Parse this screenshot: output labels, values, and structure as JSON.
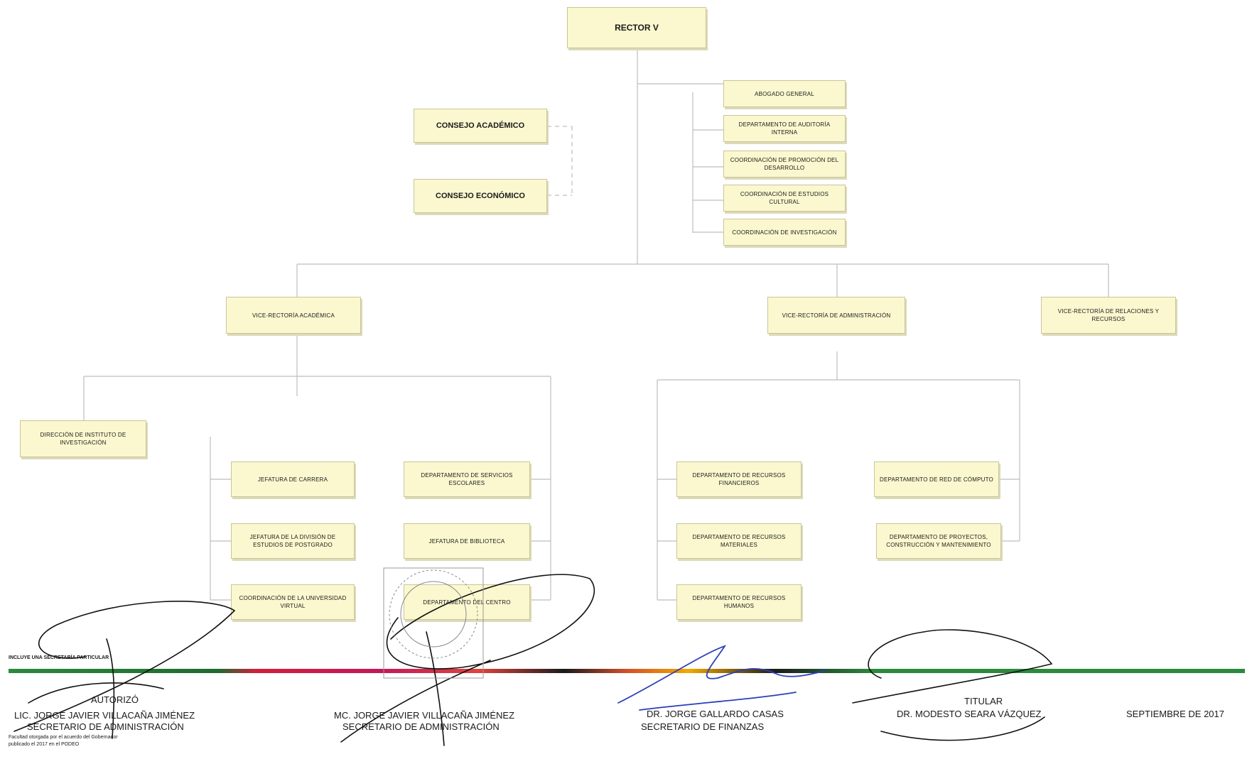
{
  "chart": {
    "rector": "RECTOR V",
    "consejo_academico": "CONSEJO ACADÉMICO",
    "consejo_economico": "CONSEJO ECONÓMICO",
    "staff": [
      "ABOGADO GENERAL",
      "DEPARTAMENTO DE AUDITORÍA INTERNA",
      "COORDINACIÓN DE PROMOCIÓN DEL DESARROLLO",
      "COORDINACIÓN DE ESTUDIOS CULTURAL",
      "COORDINACIÓN DE INVESTIGACIÓN"
    ],
    "vice_academica": "VICE-RECTORÍA ACADÉMICA",
    "vice_administracion": "VICE-RECTORÍA DE ADMINISTRACIÓN",
    "vice_relaciones": "VICE-RECTORÍA DE RELACIONES Y RECURSOS",
    "direccion_instituto": "DIRECCIÓN DE INSTITUTO DE INVESTIGACIÓN",
    "jefatura_carrera": "JEFATURA DE CARRERA",
    "jefatura_posgrado": "JEFATURA DE LA DIVISIÓN DE ESTUDIOS DE POSTGRADO",
    "coord_virtual": "COORDINACIÓN DE LA UNIVERSIDAD VIRTUAL",
    "depto_escolares": "DEPARTAMENTO DE SERVICIOS ESCOLARES",
    "jefatura_biblioteca": "JEFATURA DE BIBLIOTECA",
    "depto_centro": "DEPARTAMENTO DEL CENTRO",
    "depto_financieros": "DEPARTAMENTO DE RECURSOS FINANCIEROS",
    "depto_materiales": "DEPARTAMENTO DE RECURSOS MATERIALES",
    "depto_humanos": "DEPARTAMENTO DE RECURSOS HUMANOS",
    "depto_computo": "DEPARTAMENTO DE RED DE CÓMPUTO",
    "depto_proyectos": "DEPARTAMENTO DE PROYECTOS, CONSTRUCCIÓN Y MANTENIMIENTO"
  },
  "footer": {
    "left_small": "INCLUYE UNA SECRETARÍA PARTICULAR",
    "autorizo": "AUTORIZÓ",
    "sig1_name": "LIC. JORGE JAVIER VILLACAÑA JIMÉNEZ",
    "sig1_title": "SECRETARIO DE ADMINISTRACIÓN",
    "sig1_note1": "Facultad otorgada por el acuerdo del Gobernador",
    "sig1_note2": "publicado el 2017 en el PODEO",
    "sig2_name": "MC. JORGE JAVIER VILLACAÑA JIMÉNEZ",
    "sig2_title": "SECRETARIO DE ADMINISTRACIÓN",
    "sig3_name": "DR. JORGE GALLARDO CASAS",
    "sig3_title": "SECRETARIO DE FINANZAS",
    "titular_label": "TITULAR",
    "titular_name": "DR. MODESTO SEARA VÁZQUEZ",
    "date": "SEPTIEMBRE DE 2017"
  },
  "colors": {
    "box_fill": "#fbf8cf",
    "box_border": "#c9c59a",
    "line": "#bdbdbd",
    "signature_ink": "#111111",
    "signature_blue": "#2a3fb8"
  }
}
